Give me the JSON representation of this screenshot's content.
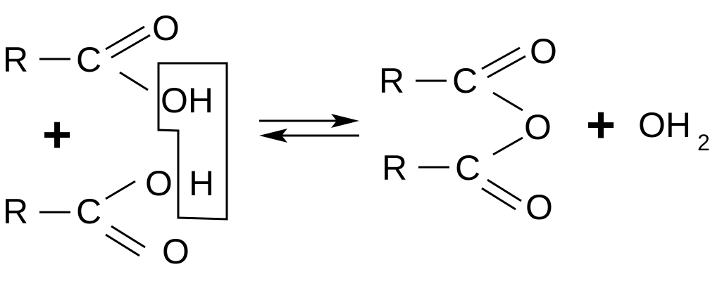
{
  "reactants": {
    "acid_top": {
      "r": "R",
      "c": "C",
      "carbonyl_o": "O",
      "hydroxyl": "OH"
    },
    "plus": "+",
    "acid_bottom": {
      "r": "R",
      "c": "C",
      "hydroxyl_o": "O",
      "hydroxyl_h": "H",
      "carbonyl_o": "O"
    }
  },
  "products": {
    "anhydride": {
      "r_top": "R",
      "c_top": "C",
      "o_top": "O",
      "bridge_o": "O",
      "r_bottom": "R",
      "c_bottom": "C",
      "o_bottom": "O"
    },
    "plus": "+",
    "water": {
      "base": "OH",
      "subscript": "2"
    }
  },
  "arrow": {
    "type": "equilibrium"
  }
}
